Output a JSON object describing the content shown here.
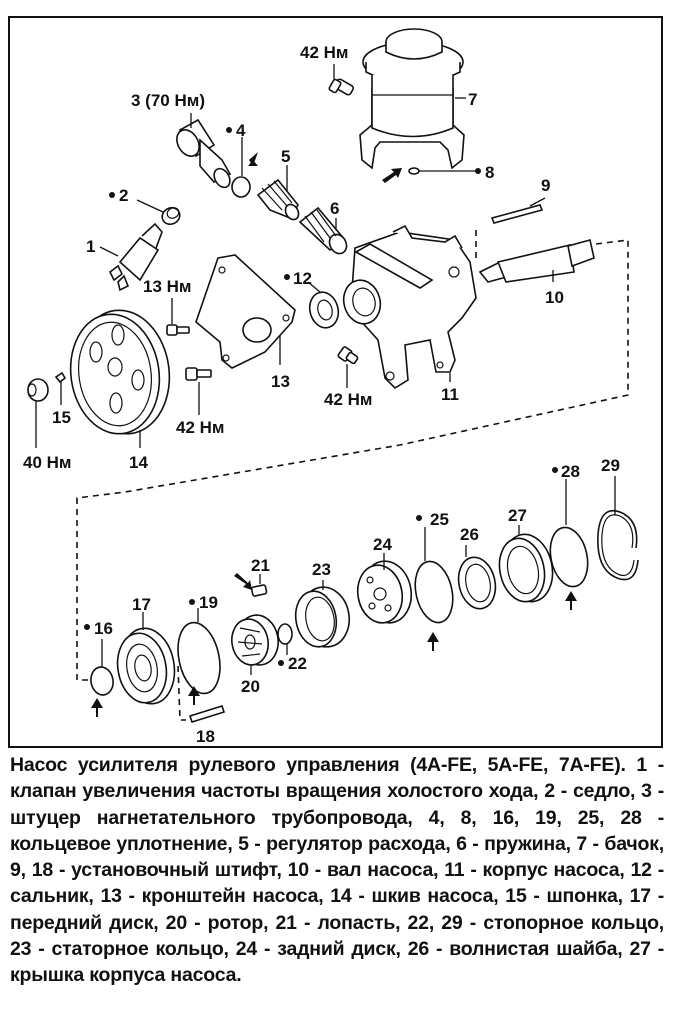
{
  "diagram": {
    "title": "Power steering pump exploded view",
    "labels": {
      "p1": "1",
      "p2": "2",
      "p3": "3 (70 Нм)",
      "p4": "4",
      "p5": "5",
      "p6": "6",
      "p7": "7",
      "p8": "8",
      "p9": "9",
      "p10": "10",
      "p11": "11",
      "p12": "12",
      "p13": "13",
      "p14": "14",
      "p15": "15",
      "p16": "16",
      "p17": "17",
      "p18": "18",
      "p19": "19",
      "p20": "20",
      "p21": "21",
      "p22": "22",
      "p23": "23",
      "p24": "24",
      "p25": "25",
      "p26": "26",
      "p27": "27",
      "p28": "28",
      "p29": "29",
      "torque_reservoir_bolt": "42 Нм",
      "torque_bracket_bolt_upper": "13 Нм",
      "torque_bracket_bolt_lower": "42 Нм",
      "torque_housing_bolt": "42 Нм",
      "torque_pulley_nut": "40 Нм"
    },
    "bullet_marker": "•"
  },
  "caption": {
    "title": "Насос усилителя рулевого управления (4A-FE, 5A-FE, 7A-FE).",
    "body": "1 - клапан увеличения частоты вращения холостого хода, 2 - седло, 3 - штуцер нагнетательного трубопровода, 4, 8, 16, 19, 25, 28 - кольцевое уплотнение, 5 - регулятор расхода, 6 - пружина, 7 - бачок, 9, 18 - установочный штифт, 10 - вал насоса, 11 - корпус насоса, 12 - сальник, 13 - кронштейн насоса, 14 - шкив насоса, 15 - шпонка, 17 - передний диск, 20 - ротор, 21 - лопасть, 22, 29 - стопорное кольцо, 23 - статорное кольцо, 24 - задний диск, 26 - волнистая шайба, 27 - крышка корпуса насоса."
  }
}
